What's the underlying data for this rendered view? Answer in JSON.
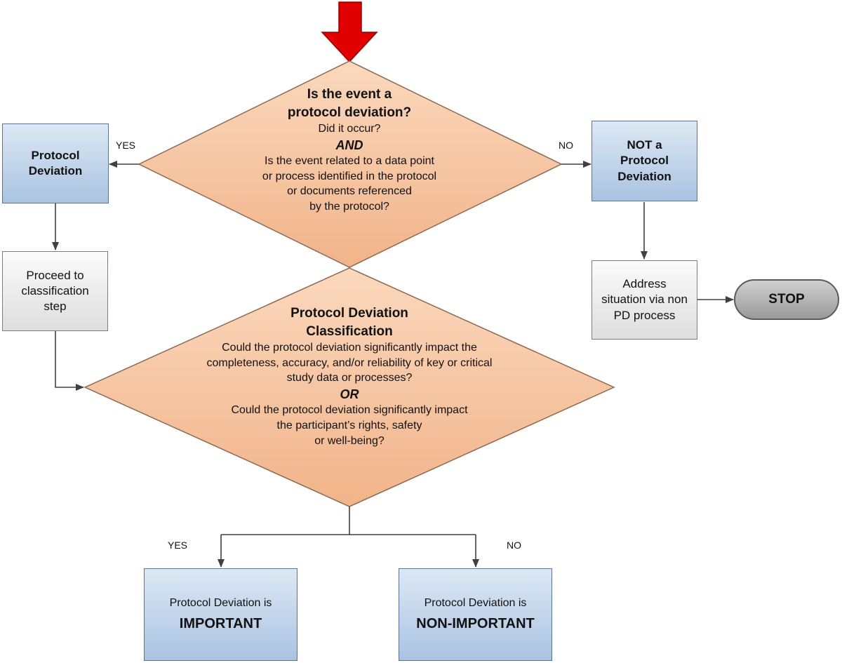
{
  "decision1": {
    "title_line1": "Is the event a",
    "title_line2": "protocol deviation?",
    "line1": "Did it occur?",
    "conjunction": "AND",
    "line2": "Is the event related to a data point",
    "line3": "or process identified in the protocol",
    "line4": "or documents referenced",
    "line5": "by the protocol?"
  },
  "decision2": {
    "title_line1": "Protocol Deviation",
    "title_line2": "Classification",
    "line1": "Could the protocol deviation significantly impact the",
    "line2": "completeness, accuracy, and/or reliability of key or critical",
    "line3": "study data or processes?",
    "conjunction": "OR",
    "line4": "Could the protocol deviation significantly impact",
    "line5": "the participant’s rights, safety",
    "line6": "or well-being?"
  },
  "boxes": {
    "protocol_deviation": {
      "line1": "Protocol",
      "line2": "Deviation"
    },
    "not_protocol_deviation": {
      "line1": "NOT a",
      "line2": "Protocol",
      "line3": "Deviation"
    },
    "proceed": {
      "line1": "Proceed to",
      "line2": "classification",
      "line3": "step"
    },
    "address": {
      "line1": "Address",
      "line2": "situation via non",
      "line3": "PD process"
    },
    "stop": "STOP",
    "important": {
      "line1": "Protocol Deviation is",
      "line2": "IMPORTANT"
    },
    "non_important": {
      "line1": "Protocol Deviation is",
      "line2": "NON-IMPORTANT"
    }
  },
  "labels": {
    "yes_top": "YES",
    "no_top": "NO",
    "yes_bottom": "YES",
    "no_bottom": "NO"
  },
  "colors": {
    "diamond_fill": "#f7c6a0",
    "start_arrow": "#e00000",
    "box_blue": "#b8cde6",
    "box_gray": "#e6e6e6"
  }
}
